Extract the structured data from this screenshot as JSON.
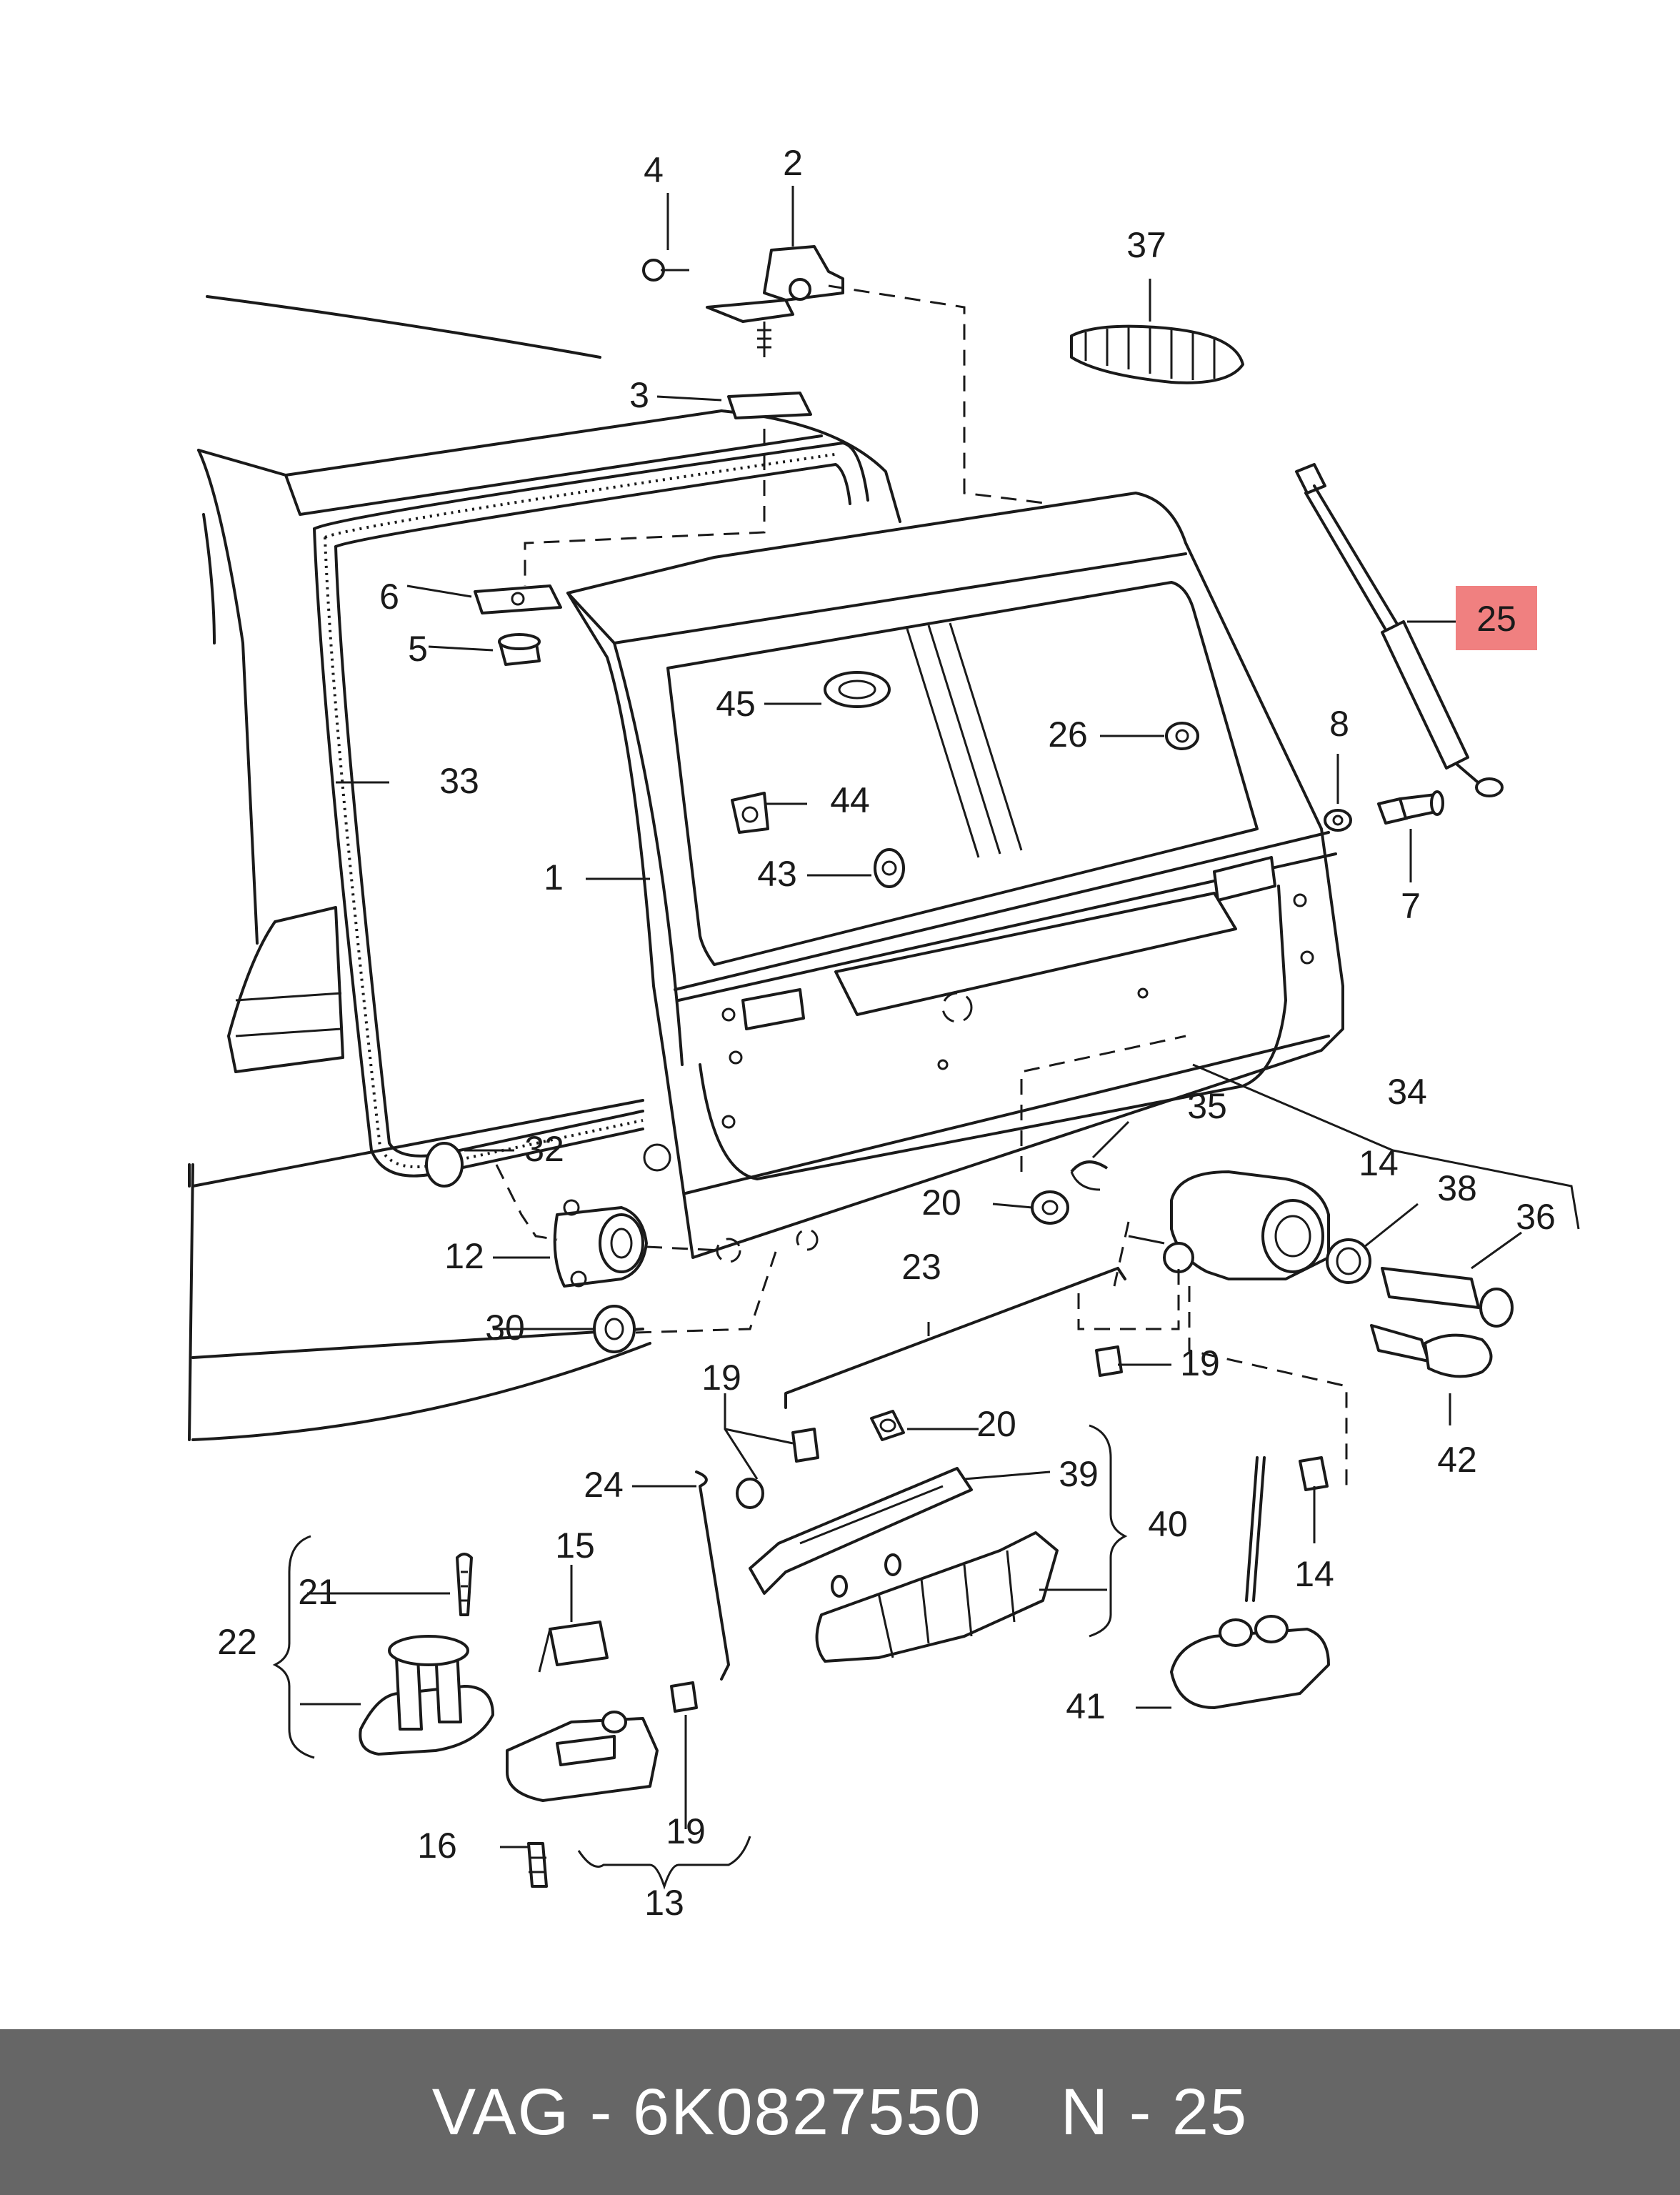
{
  "callouts": [
    {
      "id": "c1",
      "text": "1"
    },
    {
      "id": "c2",
      "text": "2"
    },
    {
      "id": "c3",
      "text": "3"
    },
    {
      "id": "c4",
      "text": "4"
    },
    {
      "id": "c5",
      "text": "5"
    },
    {
      "id": "c6",
      "text": "6"
    },
    {
      "id": "c7",
      "text": "7"
    },
    {
      "id": "c8",
      "text": "8"
    },
    {
      "id": "c12",
      "text": "12"
    },
    {
      "id": "c13",
      "text": "13"
    },
    {
      "id": "c14a",
      "text": "14"
    },
    {
      "id": "c14b",
      "text": "14"
    },
    {
      "id": "c15",
      "text": "15"
    },
    {
      "id": "c16",
      "text": "16"
    },
    {
      "id": "c19a",
      "text": "19"
    },
    {
      "id": "c19b",
      "text": "19"
    },
    {
      "id": "c19c",
      "text": "19"
    },
    {
      "id": "c20a",
      "text": "20"
    },
    {
      "id": "c20b",
      "text": "20"
    },
    {
      "id": "c21",
      "text": "21"
    },
    {
      "id": "c22",
      "text": "22"
    },
    {
      "id": "c23",
      "text": "23"
    },
    {
      "id": "c24",
      "text": "24"
    },
    {
      "id": "c25",
      "text": "25"
    },
    {
      "id": "c26",
      "text": "26"
    },
    {
      "id": "c30",
      "text": "30"
    },
    {
      "id": "c32",
      "text": "32"
    },
    {
      "id": "c33",
      "text": "33"
    },
    {
      "id": "c34",
      "text": "34"
    },
    {
      "id": "c35",
      "text": "35"
    },
    {
      "id": "c36",
      "text": "36"
    },
    {
      "id": "c37",
      "text": "37"
    },
    {
      "id": "c38",
      "text": "38"
    },
    {
      "id": "c39",
      "text": "39"
    },
    {
      "id": "c40",
      "text": "40"
    },
    {
      "id": "c41",
      "text": "41"
    },
    {
      "id": "c42",
      "text": "42"
    },
    {
      "id": "c43",
      "text": "43"
    },
    {
      "id": "c44",
      "text": "44"
    },
    {
      "id": "c45",
      "text": "45"
    }
  ],
  "highlight": {
    "callout": "c25",
    "color": "#f08080"
  },
  "footer": {
    "brand_part": "VAG - 6K0827550",
    "position": "N - 25",
    "background": "#666666",
    "text_color": "#ffffff"
  }
}
